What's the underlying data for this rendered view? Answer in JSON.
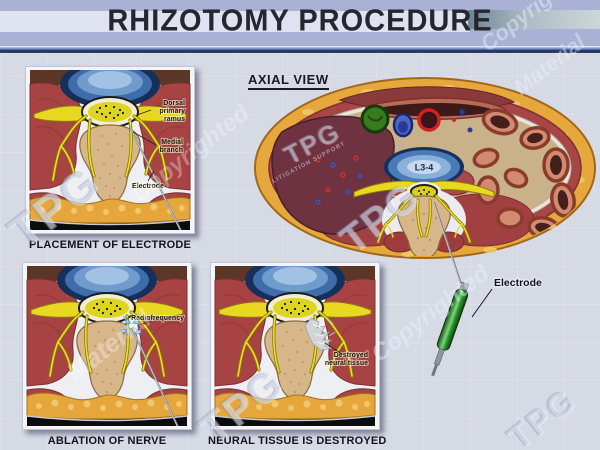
{
  "header": {
    "title": "RHIZOTOMY PROCEDURE"
  },
  "axial": {
    "title": "AXIAL VIEW",
    "labels": {
      "disc": "L3-4",
      "electrode": "Electrode"
    }
  },
  "panels": {
    "placement": {
      "caption": "PLACEMENT OF ELECTRODE",
      "label_dorsal": [
        "Dorsal",
        "primary",
        "ramus"
      ],
      "label_medial": [
        "Medial",
        "branch"
      ],
      "label_electrode": "Electrode"
    },
    "ablation": {
      "caption": "ABLATION OF NERVE",
      "label_radiofrequency": "Radiofrequency"
    },
    "destroyed": {
      "caption": "NEURAL TISSUE IS DESTROYED",
      "label_destroyed": [
        "Destroyed",
        "neural tissue"
      ]
    }
  },
  "watermark": {
    "copyrighted": "Copyrighted",
    "material": "Material",
    "logo": "TPG",
    "sub": "LITIGATION SUPPORT"
  },
  "colors": {
    "page_bg": "#d6dae5",
    "header_band": "#a9b2d4",
    "header_strip": "#dee2f1",
    "title_text": "#26262e",
    "divider_navy": "#1c2a55",
    "muscle_red": "#a84545",
    "fat_orange": "#e6a83c",
    "bone_tan": "#d7b68a",
    "disc_blue": "#4a7ab8",
    "nerve_yellow": "#e8d820",
    "electrode_green": "#2e9e2e",
    "liver_maroon": "#6e3240",
    "spark_blue": "#7ec4f2"
  }
}
